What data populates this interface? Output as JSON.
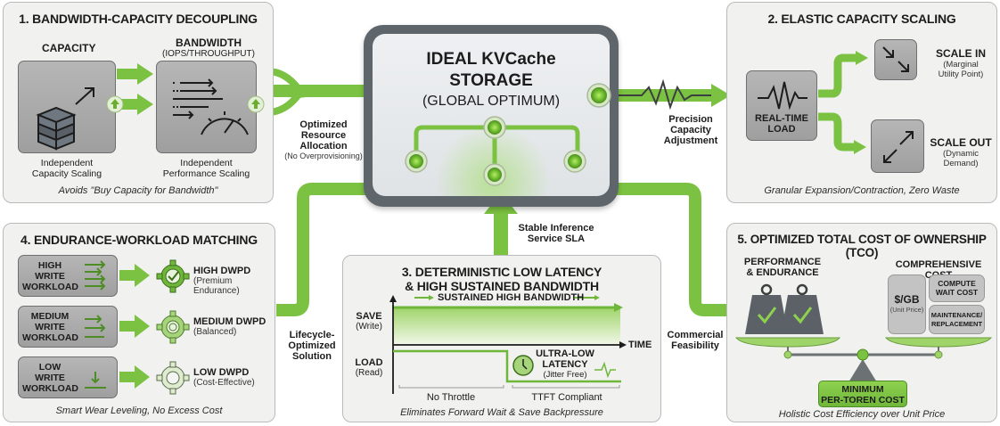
{
  "center": {
    "title_line1": "IDEAL KVCache",
    "title_line2": "STORAGE",
    "subtitle": "(GLOBAL OPTIMUM)"
  },
  "connectors": {
    "left_top": {
      "line1": "Optimized",
      "line2": "Resource",
      "line3": "Allocation",
      "note": "(No Overprovisioning)"
    },
    "right_top": {
      "line1": "Precision",
      "line2": "Capacity",
      "line3": "Adjustment"
    },
    "bottom_mid": {
      "line1": "Stable Inference",
      "line2": "Service SLA"
    },
    "left_bottom": {
      "line1": "Lifecycle-",
      "line2": "Optimized",
      "line3": "Solution"
    },
    "right_bottom": {
      "line1": "Commercial",
      "line2": "Feasibility"
    }
  },
  "panel1": {
    "title": "1. BANDWIDTH-CAPACITY DECOUPLING",
    "capacity_label": "CAPACITY",
    "bandwidth_label": "BANDWIDTH",
    "bandwidth_sub": "(IOPS/THROUGHPUT)",
    "capacity_caption_1": "Independent",
    "capacity_caption_2": "Capacity Scaling",
    "bandwidth_caption_1": "Independent",
    "bandwidth_caption_2": "Performance Scaling",
    "footer": "Avoids \"Buy Capacity for Bandwidth\""
  },
  "panel2": {
    "title": "2. ELASTIC CAPACITY SCALING",
    "load_label_1": "REAL-TIME",
    "load_label_2": "LOAD",
    "scale_in_title": "SCALE IN",
    "scale_in_sub_1": "(Marginal",
    "scale_in_sub_2": "Utility Point)",
    "scale_out_title": "SCALE OUT",
    "scale_out_sub_1": "(Dynamic",
    "scale_out_sub_2": "Demand)",
    "footer": "Granular Expansion/Contraction, Zero Waste"
  },
  "panel3": {
    "title_line1": "3. DETERMINISTIC LOW LATENCY",
    "title_line2": "& HIGH SUSTAINED BANDWIDTH",
    "sustained_label": "SUSTAINED HIGH BANDWIDTH",
    "save_label": "SAVE",
    "save_sub": "(Write)",
    "load_label": "LOAD",
    "load_sub": "(Read)",
    "time_label": "TIME",
    "latency_1": "ULTRA-LOW",
    "latency_2": "LATENCY",
    "latency_sub": "(Jitter Free)",
    "phase1": "No Throttle",
    "phase2": "TTFT Compliant",
    "footer": "Eliminates Forward Wait & Save Backpressure"
  },
  "panel4": {
    "title": "4. ENDURANCE-WORKLOAD MATCHING",
    "rows": [
      {
        "w1": "HIGH",
        "w2": "WRITE",
        "w3": "WORKLOAD",
        "dwpd": "HIGH DWPD",
        "note": "(Premium Endurance)"
      },
      {
        "w1": "MEDIUM",
        "w2": "WRITE",
        "w3": "WORKLOAD",
        "dwpd": "MEDIUM DWPD",
        "note": "(Balanced)"
      },
      {
        "w1": "LOW",
        "w2": "WRITE",
        "w3": "WORKLOAD",
        "dwpd": "LOW DWPD",
        "note": "(Cost-Effective)"
      }
    ],
    "footer": "Smart Wear Leveling, No Excess Cost"
  },
  "panel5": {
    "title": "5. OPTIMIZED TOTAL COST OF OWNERSHIP (TCO)",
    "left_label_1": "PERFORMANCE",
    "left_label_2": "& ENDURANCE",
    "right_label": "COMPREHENSIVE COST",
    "gb_label": "$/GB",
    "gb_sub": "(Unit Price)",
    "compute_1": "COMPUTE",
    "compute_2": "WAIT COST",
    "maint_1": "MAINTENANCE/",
    "maint_2": "REPLACEMENT",
    "min_1": "MINIMUM",
    "min_2": "PER-TOREN COST",
    "footer": "Holistic Cost Efficiency over Unit Price"
  },
  "colors": {
    "accent_green": "#7cc242",
    "dark_green": "#4e8d25",
    "panel_bg": "#f1f1f0",
    "box_gray": "#a9a9a9",
    "frame_gray": "#5f666b"
  }
}
